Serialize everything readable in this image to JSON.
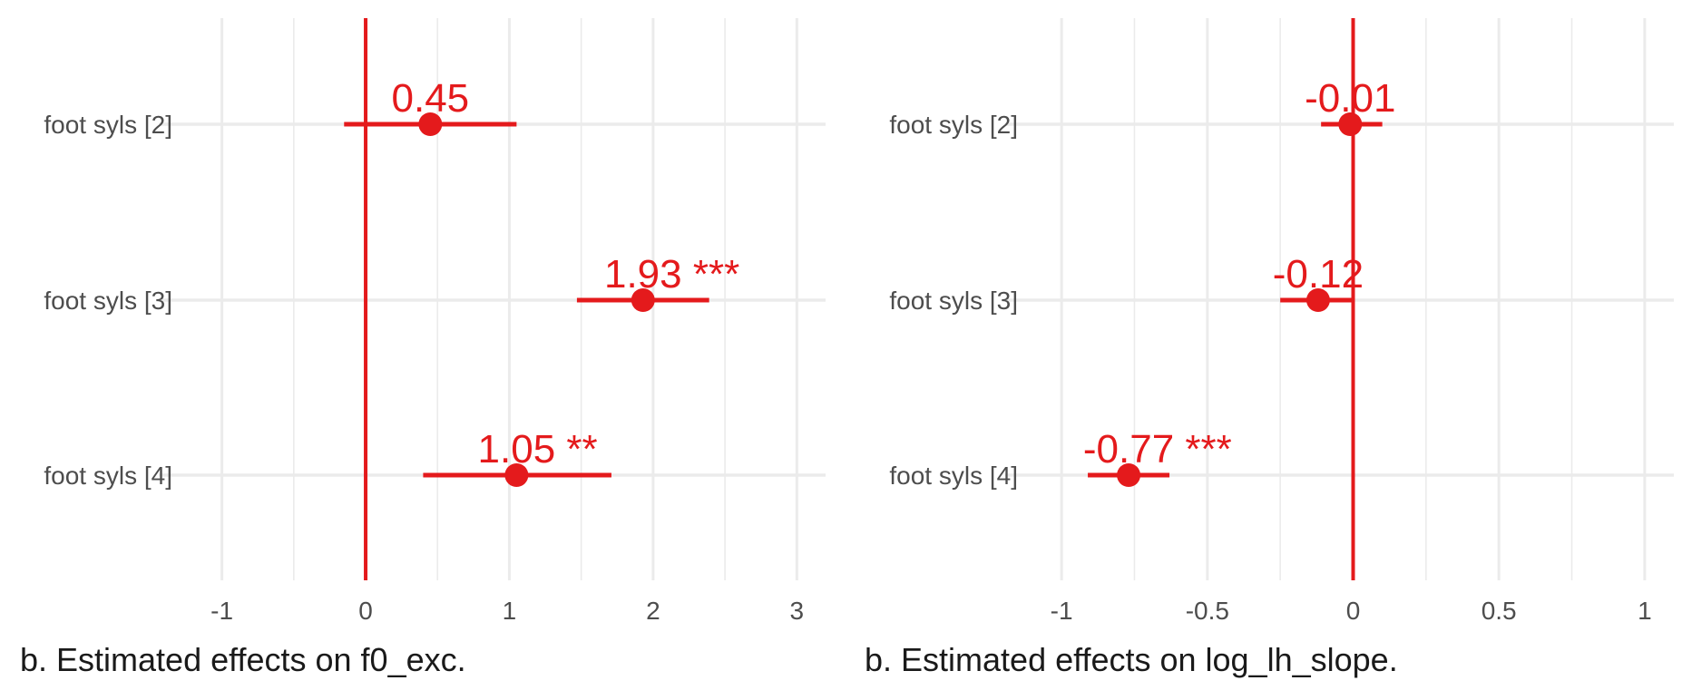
{
  "chart_data": [
    {
      "type": "forest",
      "title": "b. Estimated effects on f0_exc.",
      "xlabel": "",
      "ylabel": "",
      "categories": [
        "foot syls [2]",
        "foot syls [3]",
        "foot syls [4]"
      ],
      "estimates": [
        0.45,
        1.93,
        1.05
      ],
      "ci_low": [
        -0.15,
        1.47,
        0.4
      ],
      "ci_high": [
        1.05,
        2.39,
        1.71
      ],
      "value_labels": [
        "0.45",
        "1.93 ***",
        "1.05 **"
      ],
      "xlim": [
        -1.25,
        3.2
      ],
      "xticks": [
        -1,
        0,
        1,
        2,
        3
      ],
      "xtick_labels": [
        "-1",
        "0",
        "1",
        "2",
        "3"
      ],
      "reference_line": 0,
      "grid": true,
      "color": "#e41a1c",
      "grid_color": "#ebebeb"
    },
    {
      "type": "forest",
      "title": "b. Estimated effects on log_lh_slope.",
      "xlabel": "",
      "ylabel": "",
      "categories": [
        "foot syls [2]",
        "foot syls [3]",
        "foot syls [4]"
      ],
      "estimates": [
        -0.01,
        -0.12,
        -0.77
      ],
      "ci_low": [
        -0.11,
        -0.25,
        -0.91
      ],
      "ci_high": [
        0.1,
        0.0,
        -0.63
      ],
      "value_labels": [
        "-0.01",
        "-0.12",
        "-0.77 ***"
      ],
      "xlim": [
        -1.1,
        1.1
      ],
      "xticks": [
        -1,
        -0.5,
        0,
        0.5,
        1
      ],
      "xtick_labels": [
        "-1",
        "-0.5",
        "0",
        "0.5",
        "1"
      ],
      "reference_line": 0,
      "grid": true,
      "color": "#e41a1c",
      "grid_color": "#ebebeb"
    }
  ]
}
